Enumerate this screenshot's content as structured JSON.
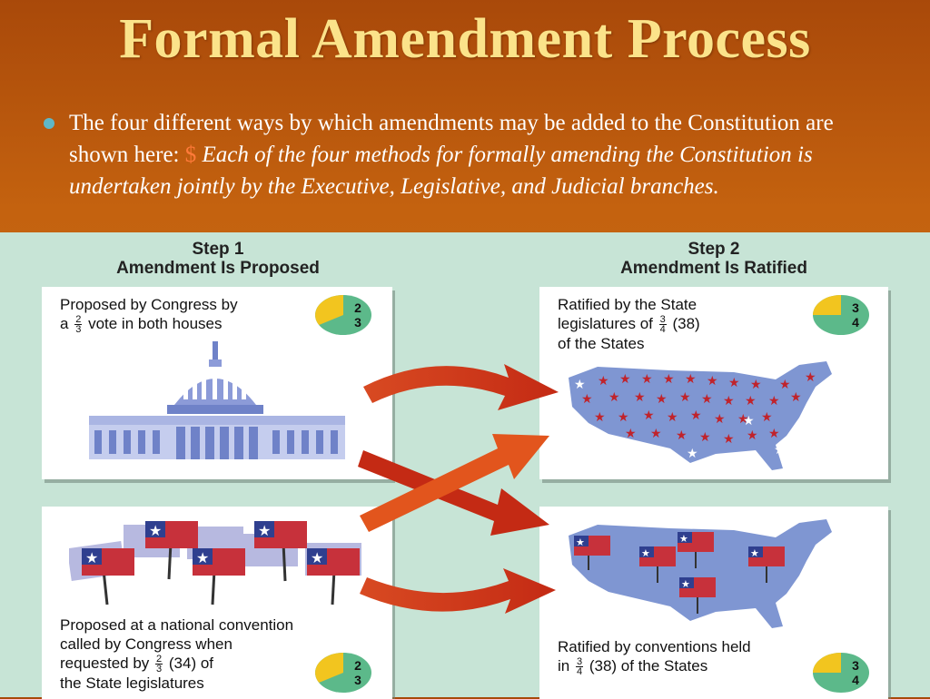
{
  "slide": {
    "title": "Formal Amendment Process",
    "bullet": {
      "text_plain": "The four different ways by which amendments may be added to the Constitution are shown here:",
      "symbol": "$",
      "text_italic": "Each of the four methods for formally amending the Constitution is undertaken jointly by the Executive, Legislative, and Judicial branches."
    }
  },
  "figure": {
    "step1": {
      "line1": "Step 1",
      "line2": "Amendment Is Proposed"
    },
    "step2": {
      "line1": "Step 2",
      "line2": "Amendment Is Ratified"
    },
    "panels": {
      "congress": {
        "text_a": "Proposed by Congress by",
        "text_b_pre": "a",
        "frac_num": "2",
        "frac_den": "3",
        "text_b_post": "vote in both houses",
        "pie_num": "2",
        "pie_den": "3",
        "pie_fraction": 0.6667
      },
      "legislatures": {
        "text_a": "Ratified by the State",
        "text_b_pre": "legislatures of",
        "frac_num": "3",
        "frac_den": "4",
        "text_b_post": "(38)",
        "text_c": "of the States",
        "pie_num": "3",
        "pie_den": "4",
        "pie_fraction": 0.75
      },
      "convention": {
        "text_a": "Proposed at a national convention",
        "text_b": "called by Congress when",
        "text_c_pre": "requested by",
        "frac_num": "2",
        "frac_den": "3",
        "text_c_post": "(34) of",
        "text_d": "the State legislatures",
        "pie_num": "2",
        "pie_den": "3",
        "pie_fraction": 0.6667
      },
      "conventions_held": {
        "text_a": "Ratified by conventions held",
        "text_b_pre": "in",
        "frac_num": "3",
        "frac_den": "4",
        "text_b_post": "(38) of the States",
        "pie_num": "3",
        "pie_den": "4",
        "pie_fraction": 0.75
      }
    },
    "colors": {
      "background": "#c7e4d6",
      "pie_yellow": "#f2c51f",
      "pie_green": "#5cb98a",
      "arrow_red": "#c8321a",
      "arrow_orange": "#e2551d",
      "capitol_blue": "#6f82c8",
      "map_blue": "#7f96d2",
      "star_red": "#c0232b",
      "flag_red": "#c7313b",
      "flag_blue": "#2f3f8f"
    },
    "icons": [
      "capitol-building-icon",
      "us-map-stars-icon",
      "placards-icon",
      "us-map-flags-icon"
    ]
  }
}
